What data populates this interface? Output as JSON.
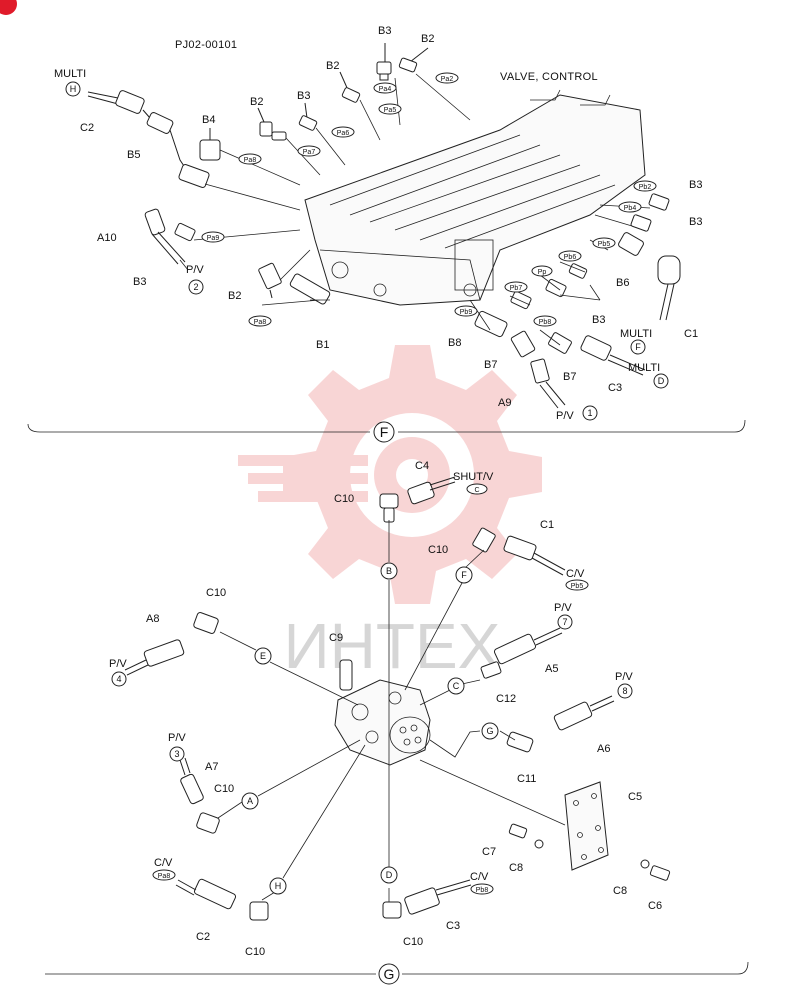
{
  "doc_code": "PJ02-00101",
  "title": "VALVE, CONTROL",
  "watermark_text": "ИНТЕХ",
  "colors": {
    "watermark": "#f3b3b3",
    "ink": "#222222",
    "badge": "#e01b2a"
  },
  "view_f": {
    "label": "F",
    "parts": {
      "B3_a": "B3",
      "B2_a": "B2",
      "B2_b": "B2",
      "B3_b": "B3",
      "B2_c": "B2",
      "B4": "B4",
      "C2": "C2",
      "B5": "B5",
      "A10": "A10",
      "B3_c": "B3",
      "B2_d": "B2",
      "B1": "B1",
      "B8": "B8",
      "B7_a": "B7",
      "B7_b": "B7",
      "A9": "A9",
      "C3": "C3",
      "C1": "C1",
      "B6": "B6",
      "B3_d": "B3",
      "B3_e": "B3",
      "B3_f": "B3",
      "multi_h": "MULTI",
      "multi_f": "MULTI",
      "multi_d": "MULTI",
      "pv": "P/V",
      "pv2": "P/V"
    },
    "port_tags": {
      "pa2": "Pa2",
      "pa4": "Pa4",
      "pa5": "Pa5",
      "pa6": "Pa6",
      "pa7": "Pa7",
      "pa8": "Pa8",
      "pa9": "Pa9",
      "pa8b": "Pa8",
      "pb2": "Pb2",
      "pb4": "Pb4",
      "pb5": "Pb5",
      "pb6": "Pb6",
      "pp": "Pp",
      "pb7": "Pb7",
      "pb8": "Pb8",
      "pb9": "Pb9"
    },
    "circles": {
      "H": "H",
      "F": "F",
      "D": "D",
      "two": "2",
      "one": "1"
    }
  },
  "view_g": {
    "label": "G",
    "parts": {
      "C4": "C4",
      "C10_a": "C10",
      "C10_b": "C10",
      "C1": "C1",
      "C10_c": "C10",
      "A8": "A8",
      "C9": "C9",
      "C12": "C12",
      "A5": "A5",
      "A6": "A6",
      "C11": "C11",
      "C5": "C5",
      "A7": "A7",
      "C10_d": "C10",
      "C7": "C7",
      "C8_a": "C8",
      "C8_b": "C8",
      "C6": "C6",
      "C2": "C2",
      "C10_e": "C10",
      "C10_f": "C10",
      "C3": "C3",
      "shutv": "SHUT/V",
      "cv_a": "C/V",
      "cv_b": "C/V",
      "cv_c": "C/V",
      "pv_a": "P/V",
      "pv_b": "P/V",
      "pv_c": "P/V",
      "pv_d": "P/V"
    },
    "port_tags": {
      "c": "C",
      "pb5": "Pb5",
      "pa8": "Pa8",
      "pb8": "Pb8"
    },
    "circles": {
      "B": "B",
      "F": "F",
      "E": "E",
      "C": "C",
      "G": "G",
      "A": "A",
      "H": "H",
      "D": "D",
      "seven": "7",
      "four": "4",
      "eight": "8",
      "three": "3"
    }
  }
}
